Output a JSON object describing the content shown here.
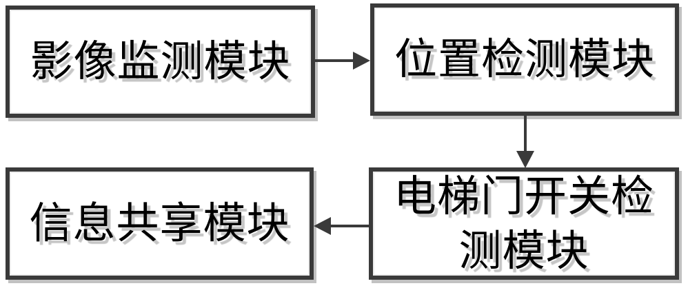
{
  "diagram": {
    "type": "flowchart",
    "nodes": [
      {
        "id": "image-monitoring",
        "label": "影像监测模块",
        "lines": [
          "影像监测模块"
        ]
      },
      {
        "id": "position-detection",
        "label": "位置检测模块",
        "lines": [
          "位置检测模块"
        ]
      },
      {
        "id": "door-switch-detection",
        "label": "电梯门开关检测模块",
        "lines": [
          "电梯门开关检",
          "测模块"
        ]
      },
      {
        "id": "information-sharing",
        "label": "信息共享模块",
        "lines": [
          "信息共享模块"
        ]
      }
    ],
    "edges": [
      {
        "from": "影像监测模块",
        "to": "位置检测模块",
        "direction": "right"
      },
      {
        "from": "位置检测模块",
        "to": "电梯门开关检测模块",
        "direction": "down"
      },
      {
        "from": "电梯门开关检测模块",
        "to": "信息共享模块",
        "direction": "left"
      }
    ],
    "colors": {
      "background": "#ffffff",
      "node_border": "#3a3a3a",
      "node_fill": "#ffffff",
      "node_shadow": "#c2c2c2",
      "text": "#000000",
      "text_shadow": "#c6c6c6",
      "arrow": "#3a3a3a"
    }
  }
}
